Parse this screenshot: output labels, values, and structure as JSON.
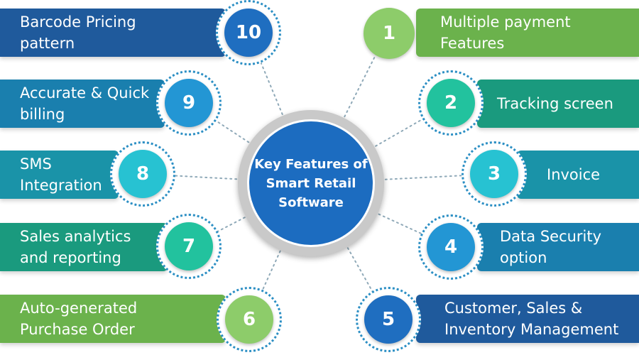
{
  "center": {
    "title": "Key Features of\nSmart Retail\nSoftware"
  },
  "features": [
    {
      "number": "1",
      "label": "Multiple payment\nFeatures",
      "bar_color": "#6bb24c",
      "circle_color": "#8dcc6a"
    },
    {
      "number": "2",
      "label": "Tracking screen",
      "bar_color": "#1a9a7e",
      "circle_color": "#22c29e"
    },
    {
      "number": "3",
      "label": "Invoice",
      "bar_color": "#1a93a8",
      "circle_color": "#27c2d2"
    },
    {
      "number": "4",
      "label": "Data Security\noption",
      "bar_color": "#1a7fae",
      "circle_color": "#2396d4"
    },
    {
      "number": "5",
      "label": "Customer, Sales &\nInventory Management",
      "bar_color": "#1f5a9c",
      "circle_color": "#1f6ec0"
    },
    {
      "number": "6",
      "label": "Auto-generated\nPurchase Order",
      "bar_color": "#6bb24c",
      "circle_color": "#8dcc6a"
    },
    {
      "number": "7",
      "label": "Sales analytics\nand reporting",
      "bar_color": "#1a9a7e",
      "circle_color": "#22c29e"
    },
    {
      "number": "8",
      "label": "SMS\nIntegration",
      "bar_color": "#1a93a8",
      "circle_color": "#27c2d2"
    },
    {
      "number": "9",
      "label": "Accurate & Quick\nbilling",
      "bar_color": "#1a7fae",
      "circle_color": "#2396d4"
    },
    {
      "number": "10",
      "label": "Barcode Pricing\npattern",
      "bar_color": "#1f5a9c",
      "circle_color": "#1f6ec0"
    }
  ]
}
